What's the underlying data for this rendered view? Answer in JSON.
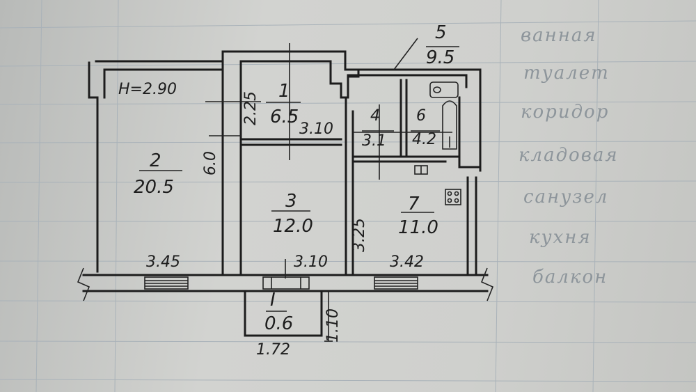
{
  "ceiling_height": "H=2.90",
  "rooms": [
    {
      "number": "1",
      "area": "6.5"
    },
    {
      "number": "2",
      "area": "20.5"
    },
    {
      "number": "3",
      "area": "12.0"
    },
    {
      "number": "4",
      "area": "3.1"
    },
    {
      "number": "5",
      "area": "9.5"
    },
    {
      "number": "6",
      "area": "4.2"
    },
    {
      "number": "7",
      "area": "11.0"
    },
    {
      "number": "I",
      "area": "0.6"
    }
  ],
  "dimensions": {
    "room2_width": "3.45",
    "room3_width_bottom": "3.10",
    "room7_width": "3.42",
    "room1_width": "3.10",
    "room2_depth": "6.0",
    "room1_depth": "2.25",
    "room3_depth": "3.25",
    "balcony_width": "1.72",
    "balcony_depth": "1.10"
  },
  "background_words": [
    "ванная",
    "туалет",
    "коридор",
    "кладовая",
    "санузел",
    "кухня",
    "балкон"
  ]
}
